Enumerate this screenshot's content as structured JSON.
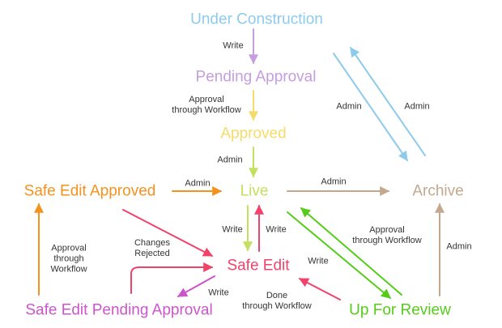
{
  "colors": {
    "under_construction": "#8dcbed",
    "pending_approval": "#c49ee0",
    "approved": "#f5dc6a",
    "live": "#c3e05e",
    "archive": "#c4a88e",
    "safe_edit": "#f0426a",
    "safe_edit_approved": "#f5921e",
    "safe_edit_pending": "#cc55cc",
    "up_for_review": "#55cc1a"
  },
  "states": {
    "under_construction": "Under Construction",
    "pending_approval": "Pending Approval",
    "approved": "Approved",
    "live": "Live",
    "archive": "Archive",
    "safe_edit_approved": "Safe Edit Approved",
    "safe_edit": "Safe Edit",
    "safe_edit_pending": "Safe Edit Pending Approval",
    "up_for_review": "Up For Review"
  },
  "edges": {
    "uc_to_pa": "Write",
    "pa_to_ap": {
      "line1": "Approval",
      "line2": "through Workflow"
    },
    "ap_to_live": "Admin",
    "uc_to_archive": "Admin",
    "archive_to_uc": "Admin",
    "sea_to_live": "Admin",
    "live_to_archive": "Admin",
    "live_to_se": "Write",
    "se_to_live": "Write",
    "review_to_live": {
      "line1": "Approval",
      "line2": "through Workflow"
    },
    "review_to_archive": "Admin",
    "sep_to_sea": {
      "line1": "Approval",
      "line2": "through",
      "line3": "Workflow"
    },
    "sep_to_se": {
      "line1": "Changes",
      "line2": "Rejected"
    },
    "se_to_sep": "Write",
    "live_to_review": "Write",
    "review_to_se": {
      "line1": "Done",
      "line2": "through Workflow"
    }
  }
}
